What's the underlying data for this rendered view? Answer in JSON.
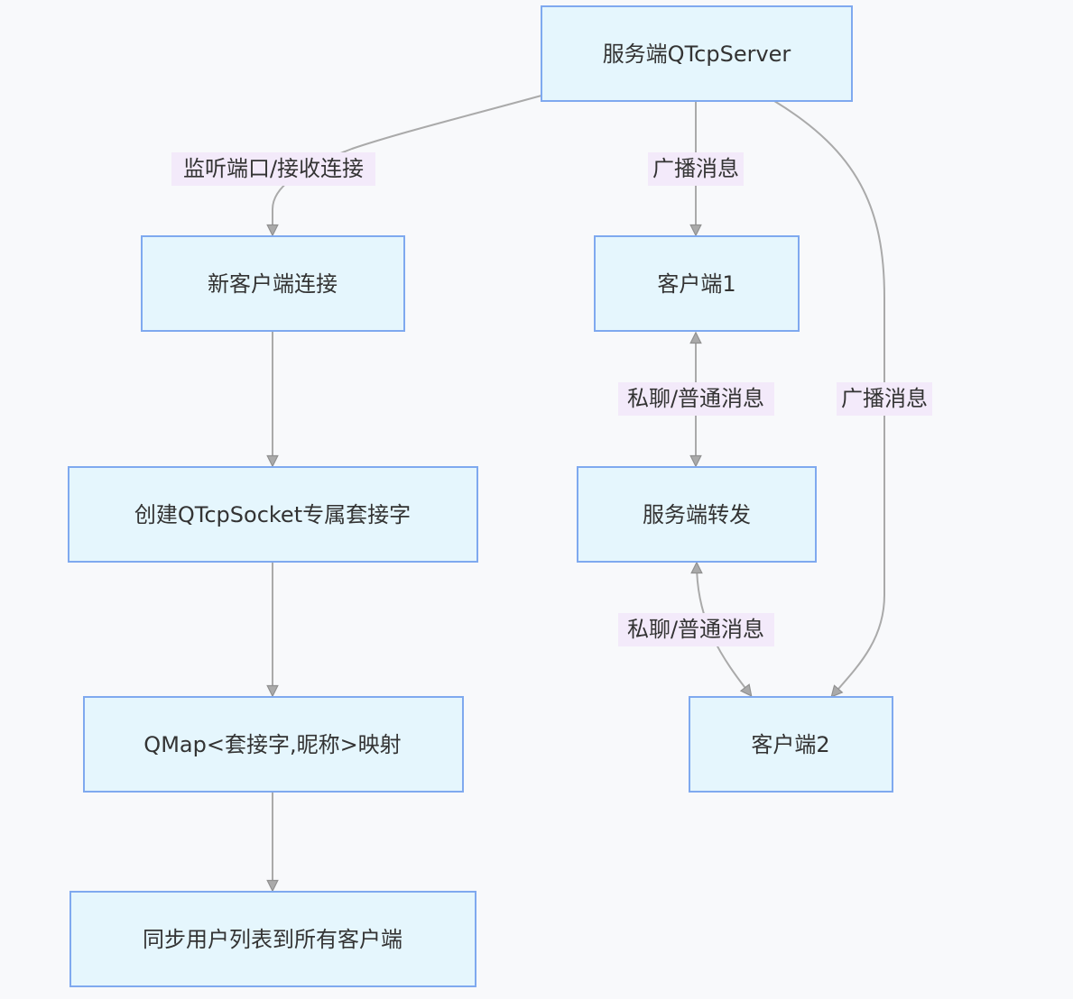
{
  "diagram": {
    "nodes": {
      "server": "服务端QTcpServer",
      "new_client": "新客户端连接",
      "create_socket": "创建QTcpSocket专属套接字",
      "qmap": "QMap<套接字,昵称>映射",
      "sync_users": "同步用户列表到所有客户端",
      "client1": "客户端1",
      "forward": "服务端转发",
      "client2": "客户端2"
    },
    "edge_labels": {
      "listen": "监听端口/接收连接",
      "broadcast_1": "广播消息",
      "broadcast_2": "广播消息",
      "private_1": "私聊/普通消息",
      "private_2": "私聊/普通消息"
    },
    "colors": {
      "node_fill": "#e5f6fd",
      "node_stroke": "#7fa9ef",
      "edge": "#aaaaaa",
      "label_bg": "#f3eafa",
      "background": "#f8f9fb"
    }
  }
}
